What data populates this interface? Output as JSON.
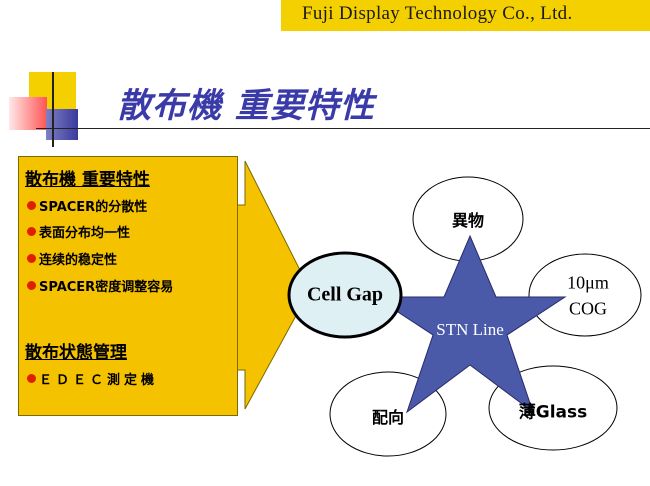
{
  "header": {
    "company": "Fuji  Display  Technology Co.,  Ltd."
  },
  "slide": {
    "title": "散布機  重要特性"
  },
  "panel": {
    "section1": {
      "heading": "散布機  重要特性",
      "bullets": [
        "SPACER的分散性",
        "表面分布均一性",
        "连续的稳定性",
        "SPACER密度调整容易"
      ]
    },
    "section2": {
      "heading": "散布状態管理",
      "bullets": [
        "ＥＤＥＣ測定機"
      ]
    }
  },
  "diagram": {
    "center": "Cell Gap",
    "star": "STN Line",
    "nodes": {
      "foreign": "異物",
      "cog_line1": "10μm",
      "cog_line2": "COG",
      "thin_glass": "薄Glass",
      "alignment": "配向"
    }
  },
  "colors": {
    "panel": "#f5c200",
    "star": "#4a5aa8",
    "bullet": "#e01e00",
    "title": "#3a3aa8",
    "cell_gap_fill": "#dff0f5"
  }
}
